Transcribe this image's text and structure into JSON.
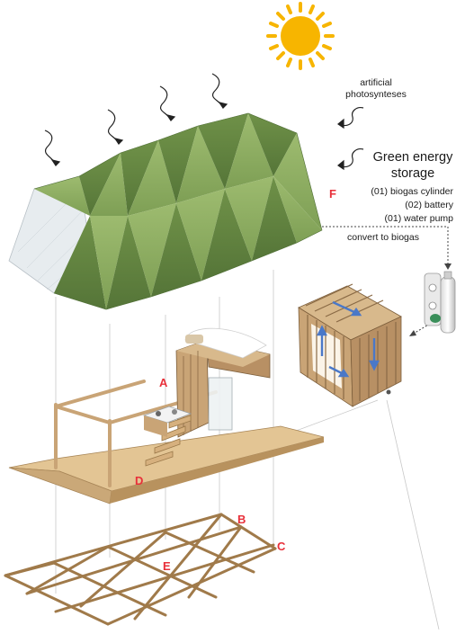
{
  "texts": {
    "artificial": "artificial photosynteses",
    "green_energy_storage": "Green energy storage",
    "storage_items": [
      "(01) biogas cylinder",
      "(02) battery",
      "(01) water pump"
    ],
    "convert": "convert to biogas"
  },
  "labels": {
    "A": "A",
    "B": "B",
    "C": "C",
    "D": "D",
    "E": "E",
    "F": "F"
  },
  "colors": {
    "sun": "#f7b500",
    "roof_green": "#8bab5f",
    "roof_dark": "#5f8040",
    "wood": "#c9a476",
    "wood_dark": "#8a6a45",
    "floor": "#e3c594",
    "label_red": "#e8303a",
    "arrow_blue": "#4a78c8"
  }
}
